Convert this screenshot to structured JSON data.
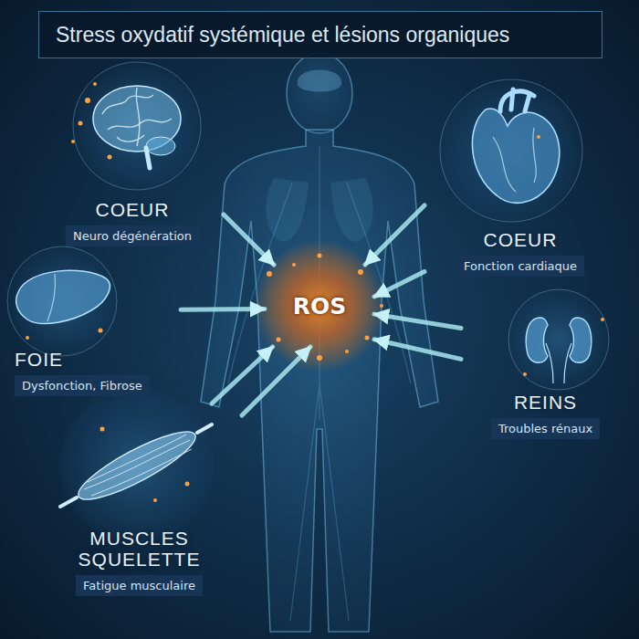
{
  "diagram": {
    "title": "Stress oxydatif systémique et lésions organiques",
    "nodes": [
      {
        "text": [
          "COEUR",
          "Neuro dégénération"
        ]
      },
      {
        "text": [
          "COEUR",
          "Fonction cardiaque"
        ]
      },
      {
        "text": [
          "FOIE",
          "Dysfonction, Fibrose"
        ]
      },
      {
        "text": [
          "ROS"
        ]
      },
      {
        "text": [
          "REINS",
          "Troubles rénaux"
        ]
      },
      {
        "text": [
          "MUSCLES SQUELETTE",
          "Fatigue musculaire"
        ]
      }
    ],
    "edges": [
      {
        "from": 0,
        "to": 3,
        "arrow": "to"
      },
      {
        "from": 1,
        "to": 3,
        "arrow": "to"
      },
      {
        "from": 1,
        "to": 3,
        "arrow": "to"
      },
      {
        "from": 2,
        "to": 3,
        "arrow": "to"
      },
      {
        "from": 4,
        "to": 3,
        "arrow": "to"
      },
      {
        "from": 4,
        "to": 3,
        "arrow": "to"
      },
      {
        "from": 5,
        "to": 3,
        "arrow": "to"
      },
      {
        "from": 5,
        "to": 3,
        "arrow": "to"
      }
    ]
  }
}
